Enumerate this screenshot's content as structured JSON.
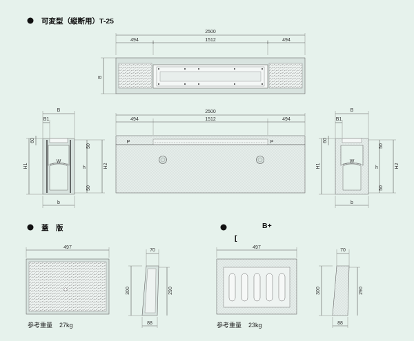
{
  "title": "可変型（縦断用）T-25",
  "section_lid": "蓋　版",
  "section_grate": "[",
  "section_grate_tag": "B+",
  "dims": {
    "total": "2500",
    "seg_side": "494",
    "seg_mid": "1512",
    "B": "B",
    "B1": "B1",
    "H1": "H1",
    "H2": "H2",
    "h": "h",
    "W": "W",
    "b": "b",
    "d60": "60",
    "d50": "50",
    "lid_w": "497",
    "lid_t": "70",
    "lid_h1": "300",
    "lid_h2": "290",
    "lid_b": "88"
  },
  "weights": {
    "label": "参考重量",
    "lid": "27kg",
    "grate": "23kg"
  },
  "colors": {
    "background": "#e6f2ec",
    "body": "#d8e3df"
  }
}
